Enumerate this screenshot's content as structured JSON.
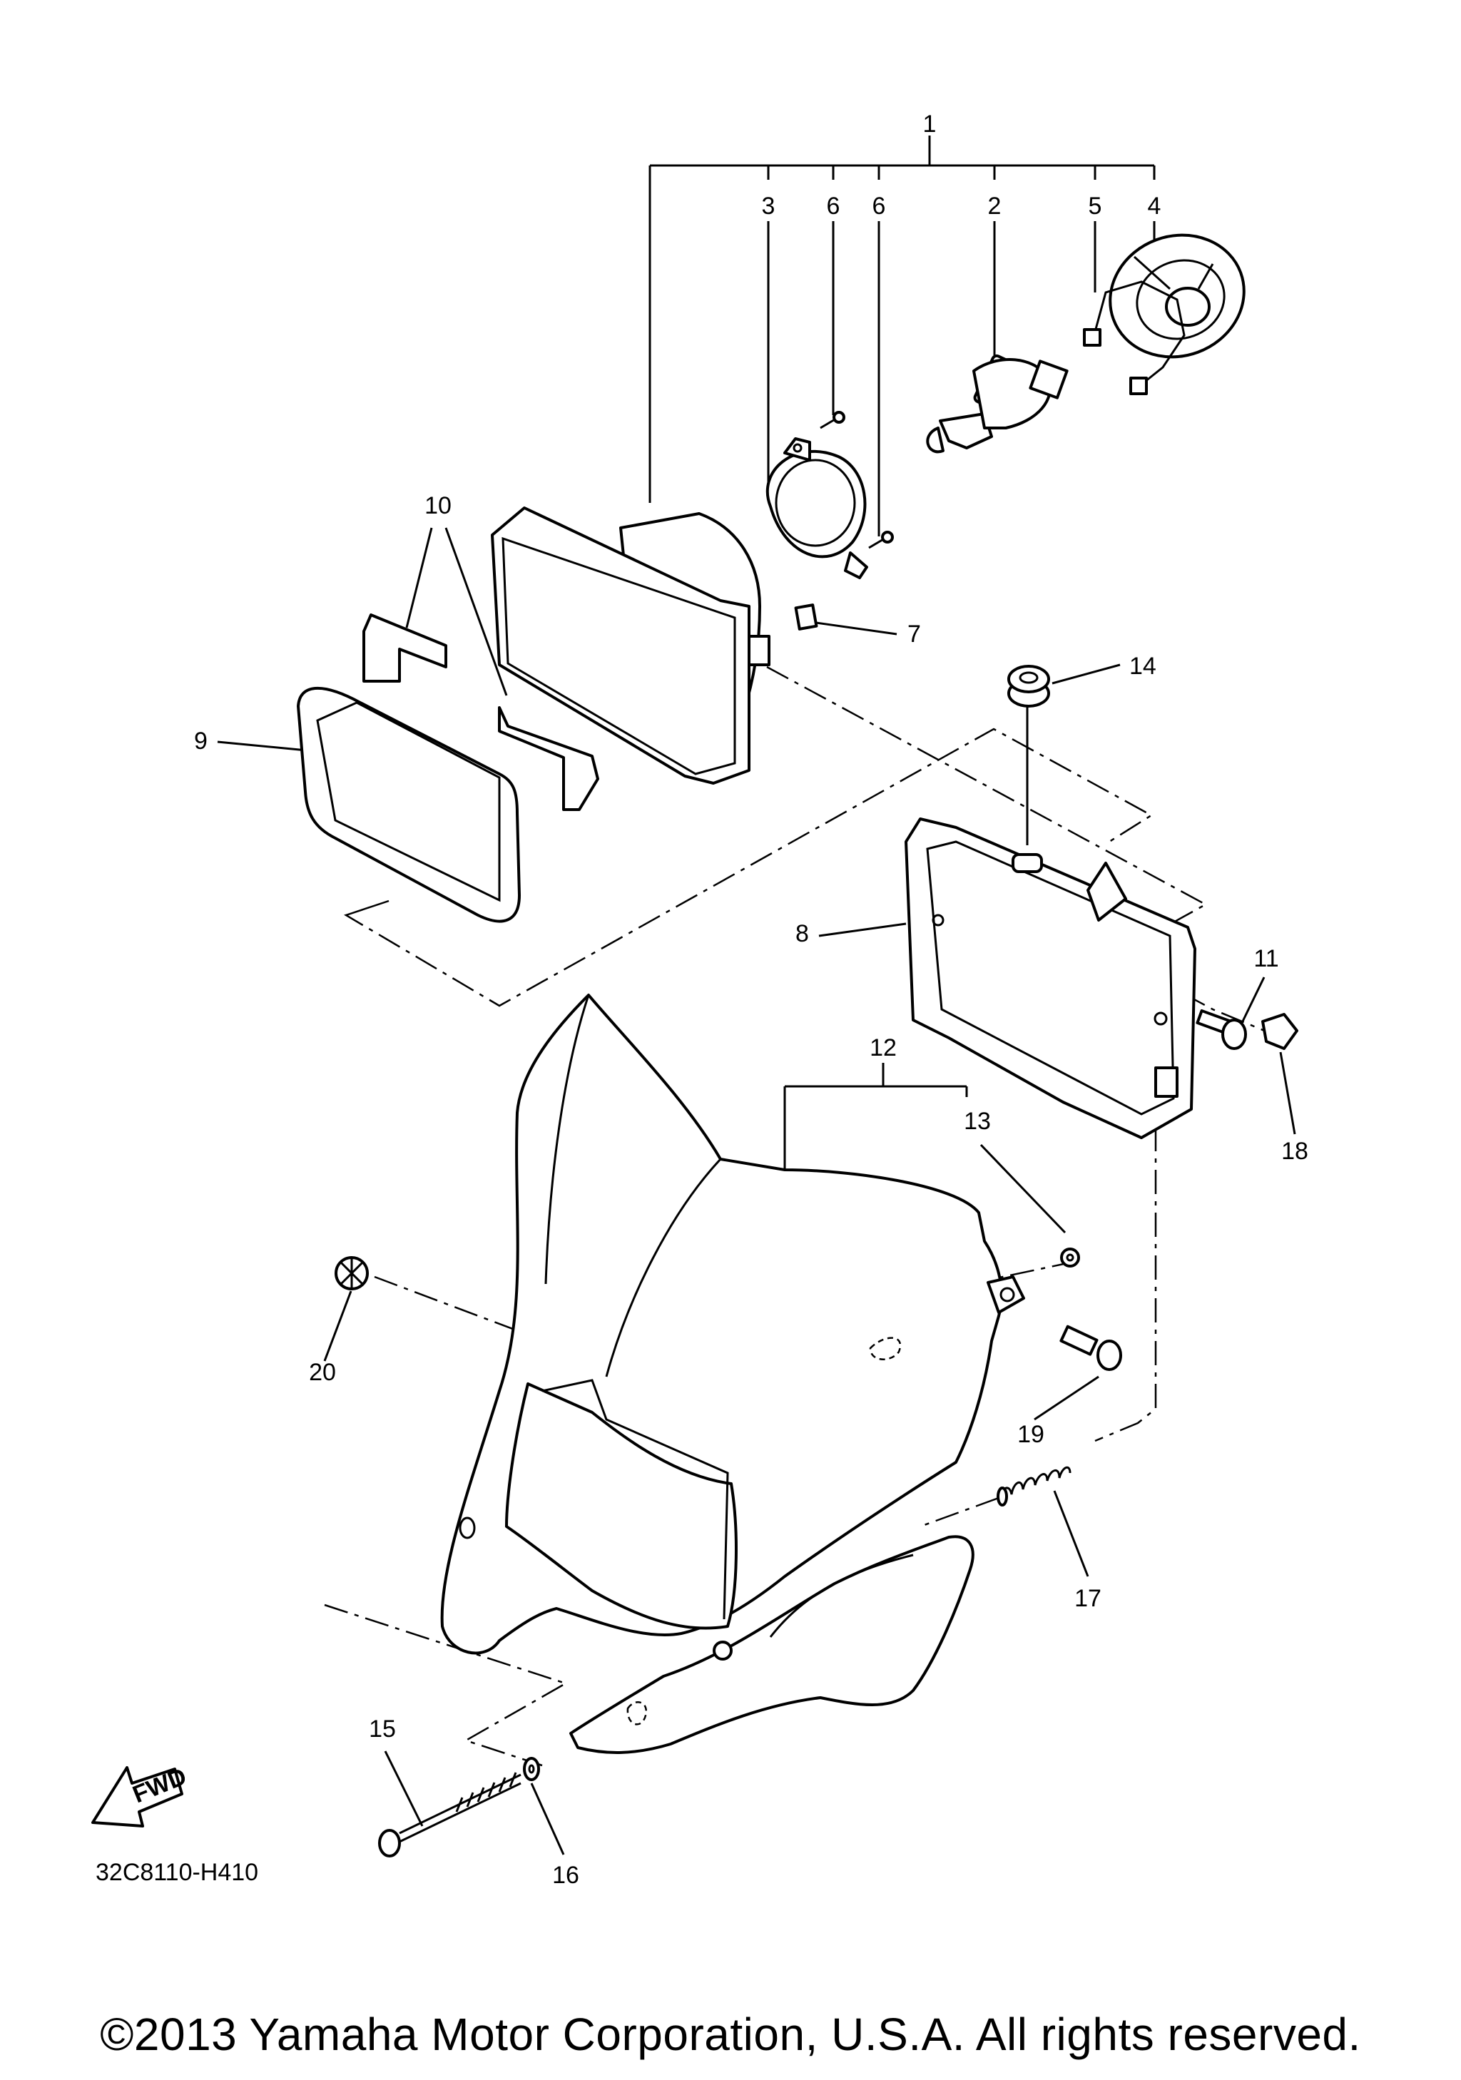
{
  "diagram": {
    "diagram_code": "32C8110-H410",
    "copyright": "©2013 Yamaha Motor Corporation, U.S.A. All rights reserved.",
    "fwd_badge": "FWD",
    "callouts": [
      {
        "number": "1"
      },
      {
        "number": "2"
      },
      {
        "number": "3"
      },
      {
        "number": "4"
      },
      {
        "number": "5"
      },
      {
        "number": "6"
      },
      {
        "number": "6"
      },
      {
        "number": "7"
      },
      {
        "number": "8"
      },
      {
        "number": "9"
      },
      {
        "number": "10"
      },
      {
        "number": "11"
      },
      {
        "number": "12"
      },
      {
        "number": "13"
      },
      {
        "number": "14"
      },
      {
        "number": "15"
      },
      {
        "number": "16"
      },
      {
        "number": "17"
      },
      {
        "number": "18"
      },
      {
        "number": "19"
      },
      {
        "number": "20"
      }
    ]
  }
}
